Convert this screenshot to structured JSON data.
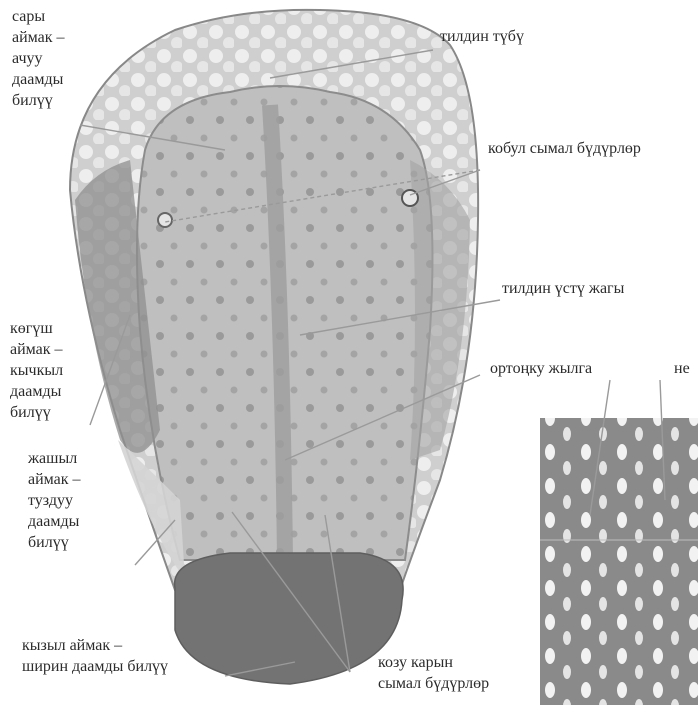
{
  "labels": {
    "yellow_zone": [
      "сары",
      "аймак –",
      "ачуу",
      "даамды",
      "билүү"
    ],
    "tongue_root": "тилдин түбү",
    "circumvallate": "кобул сымал бүдүрлөр",
    "tongue_top": "тилдин үстү жагы",
    "blue_zone": [
      "көгүш",
      "аймак –",
      "кычкыл",
      "даамды",
      "билүү"
    ],
    "median_groove": "ортоңку жылга",
    "nerve_partial": "не",
    "green_zone": [
      "жашыл",
      "аймак –",
      "туздуу",
      "даамды",
      "билүү"
    ],
    "red_zone": [
      "кызыл аймак –",
      "ширин даамды билүү"
    ],
    "fungiform": [
      "козу карын",
      "сымал бүдүрлөр"
    ]
  },
  "colors": {
    "tongue_base": "#c9c9c9",
    "tip": "#6f6f6f",
    "outline": "#7a7a7a",
    "leader": "#9a9a9a"
  }
}
